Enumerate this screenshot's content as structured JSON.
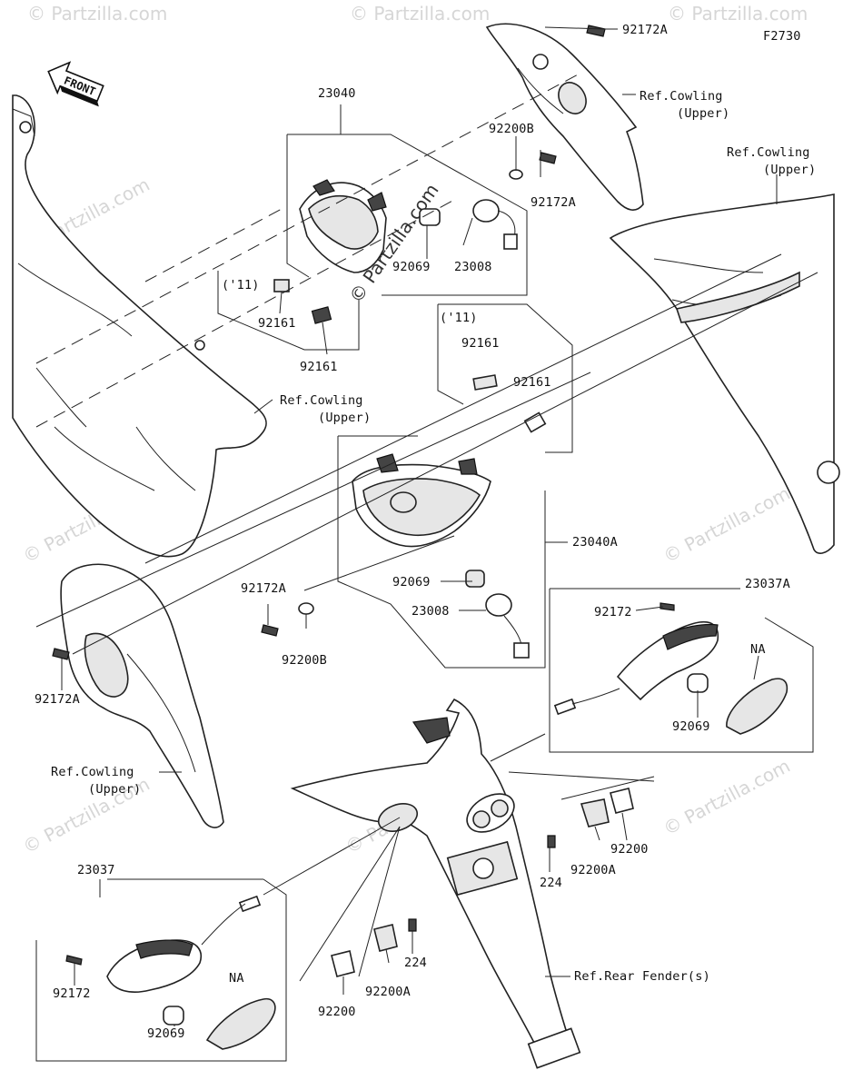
{
  "figure": {
    "code": "F2730",
    "front_label": "FRONT",
    "watermark": "© Partzilla.com"
  },
  "labels": {
    "l_92172A_top": "92172A",
    "l_refcowl_1a": "Ref.Cowling",
    "l_refcowl_1b": "(Upper)",
    "l_refcowl_2a": "Ref.Cowling",
    "l_refcowl_2b": "(Upper)",
    "l_23040": "23040",
    "l_92200B_top": "92200B",
    "l_92172A_mid": "92172A",
    "l_92069_top": "92069",
    "l_23008_top": "23008",
    "l_11_left": "('11)",
    "l_92161_a": "92161",
    "l_92161_b": "92161",
    "l_refcowl_3a": "Ref.Cowling",
    "l_refcowl_3b": "(Upper)",
    "l_11_mid": "('11)",
    "l_92161_c": "92161",
    "l_92161_d": "92161",
    "l_23040A": "23040A",
    "l_92172A_left": "92172A",
    "l_92200B_left": "92200B",
    "l_92069_mid": "92069",
    "l_23008_mid": "23008",
    "l_92172A_far": "92172A",
    "l_23037A": "23037A",
    "l_92172_r": "92172",
    "l_NA_r": "NA",
    "l_92069_r": "92069",
    "l_refcowl_4a": "Ref.Cowling",
    "l_refcowl_4b": "(Upper)",
    "l_92200_r": "92200",
    "l_224_r": "224",
    "l_92200A_r": "92200A",
    "l_23037": "23037",
    "l_92172_l": "92172",
    "l_NA_l": "NA",
    "l_92069_l": "92069",
    "l_224_l": "224",
    "l_92200A_l": "92200A",
    "l_92200_l": "92200",
    "l_refrear": "Ref.Rear Fender(s)"
  }
}
